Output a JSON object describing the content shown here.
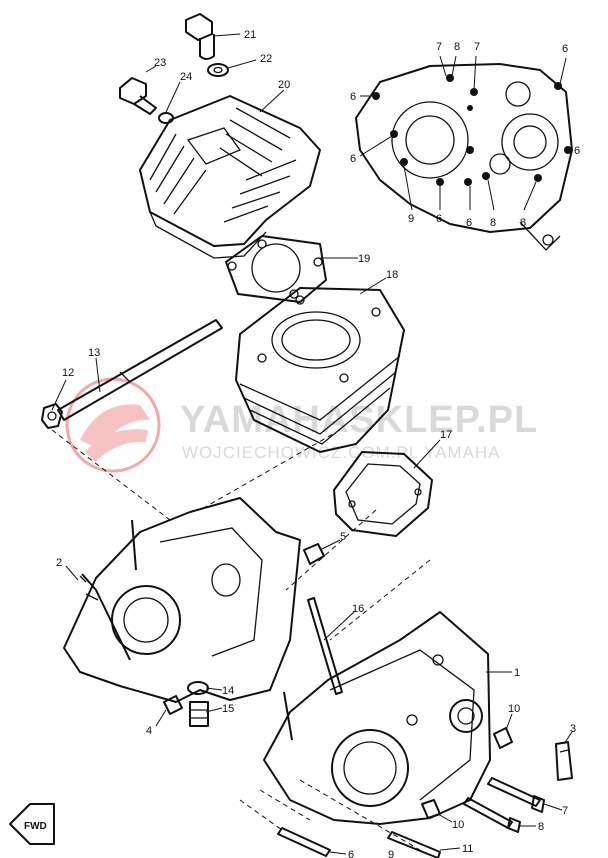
{
  "watermark": {
    "title": "YAMAHASKLEP.PL",
    "subtitle": "WOJCIECHOWICZ.COM.PL YAMAHA",
    "logo_color": "#f4a8a8",
    "text_color": "#d9d9d9"
  },
  "direction_marker": "FWD",
  "callouts": [
    {
      "id": "c21",
      "text": "21"
    },
    {
      "id": "c22",
      "text": "22"
    },
    {
      "id": "c23",
      "text": "23"
    },
    {
      "id": "c24",
      "text": "24"
    },
    {
      "id": "c20",
      "text": "20"
    },
    {
      "id": "c19",
      "text": "19"
    },
    {
      "id": "c18",
      "text": "18"
    },
    {
      "id": "c12",
      "text": "12"
    },
    {
      "id": "c13",
      "text": "13"
    },
    {
      "id": "c17",
      "text": "17"
    },
    {
      "id": "c5",
      "text": "5"
    },
    {
      "id": "c2",
      "text": "2"
    },
    {
      "id": "c16",
      "text": "16"
    },
    {
      "id": "c14",
      "text": "14"
    },
    {
      "id": "c15",
      "text": "15"
    },
    {
      "id": "c4",
      "text": "4"
    },
    {
      "id": "c1",
      "text": "1"
    },
    {
      "id": "c10a",
      "text": "10"
    },
    {
      "id": "c3",
      "text": "3"
    },
    {
      "id": "c7b",
      "text": "7"
    },
    {
      "id": "c8b",
      "text": "8"
    },
    {
      "id": "c10b",
      "text": "10"
    },
    {
      "id": "c11",
      "text": "11"
    },
    {
      "id": "c6b",
      "text": "6"
    },
    {
      "id": "c9b",
      "text": "9"
    },
    {
      "id": "c7a",
      "text": "7"
    },
    {
      "id": "c8a",
      "text": "8"
    },
    {
      "id": "c7c",
      "text": "7"
    },
    {
      "id": "c6a",
      "text": "6"
    },
    {
      "id": "c6c",
      "text": "6"
    },
    {
      "id": "c6d",
      "text": "6"
    },
    {
      "id": "c6e",
      "text": "6"
    },
    {
      "id": "c9a",
      "text": "9"
    },
    {
      "id": "c6f",
      "text": "6"
    },
    {
      "id": "c6g",
      "text": "6"
    },
    {
      "id": "c8c",
      "text": "8"
    },
    {
      "id": "c8d",
      "text": "8"
    }
  ]
}
